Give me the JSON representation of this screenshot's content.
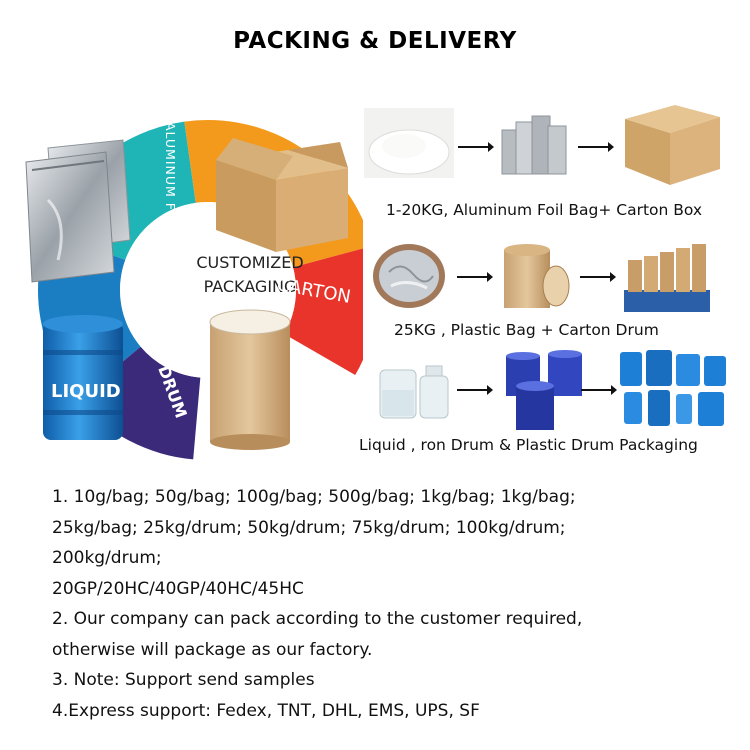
{
  "header": {
    "title": "PACKING & DELIVERY"
  },
  "wheel": {
    "center_line1": "CUSTOMIZED",
    "center_line2": "PACKAGING",
    "segments": {
      "foil": "ALUMINUM FOIL",
      "carton": "CARTON",
      "drum": "DRUM",
      "liquid": "LIQUID"
    },
    "colors": {
      "teal": "#1fb5b6",
      "orange": "#f39a1d",
      "red": "#e8342a",
      "purple": "#3b2a7a",
      "blue": "#1b7ec2"
    }
  },
  "rows": [
    {
      "caption": "1-20KG, Aluminum Foil Bag+ Carton Box",
      "images": [
        "white-powder",
        "foil-bags",
        "carton-box"
      ]
    },
    {
      "caption": "25KG , Plastic Bag + Carton Drum",
      "images": [
        "plastic-bag-in-drum",
        "carton-drum",
        "stacked-carton-drums"
      ]
    },
    {
      "caption": "Liquid , ron Drum & Plastic Drum Packaging",
      "images": [
        "liquid-bottles",
        "iron-drums",
        "plastic-drums"
      ]
    }
  ],
  "notes": [
    "1. 10g/bag; 50g/bag; 100g/bag; 500g/bag; 1kg/bag; 1kg/bag;",
    "25kg/bag; 25kg/drum; 50kg/drum; 75kg/drum; 100kg/drum;",
    "200kg/drum;",
    "20GP/20HC/40GP/40HC/45HC",
    "2. Our company can pack according to the customer required,",
    "otherwise will package as our factory.",
    "3. Note: Support send samples",
    "4.Express support: Fedex, TNT, DHL, EMS, UPS, SF"
  ]
}
